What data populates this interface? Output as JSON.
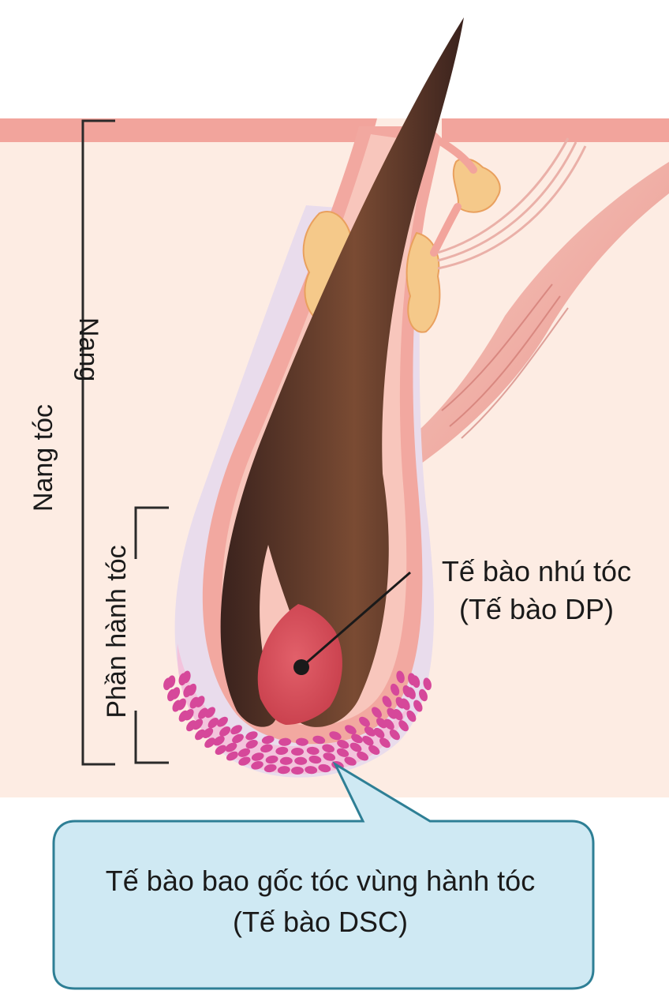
{
  "labels": {
    "follicle": "Nang tóc",
    "follicle_duplicate": "Nang",
    "bulb": "Phần hành tóc",
    "dp_line1": "Tế bào nhú tóc",
    "dp_line2": "(Tế bào DP)",
    "dsc_line1": "Tế bào bao gốc tóc vùng hành tóc",
    "dsc_line2": "(Tế bào DSC)"
  },
  "colors": {
    "skin_tissue": "#fdece3",
    "epidermis": "#f2a49c",
    "hair_shaft": "#4a2d26",
    "hair_shaft_light": "#7a4b33",
    "dermal_papilla": "#d9505a",
    "dsc_cells": "#d6489a",
    "sebaceous_gland": "#f5c98a",
    "arrector_muscle": "#e98f87",
    "callout_fill": "#cfe9f3",
    "callout_border": "#2e7f95"
  }
}
